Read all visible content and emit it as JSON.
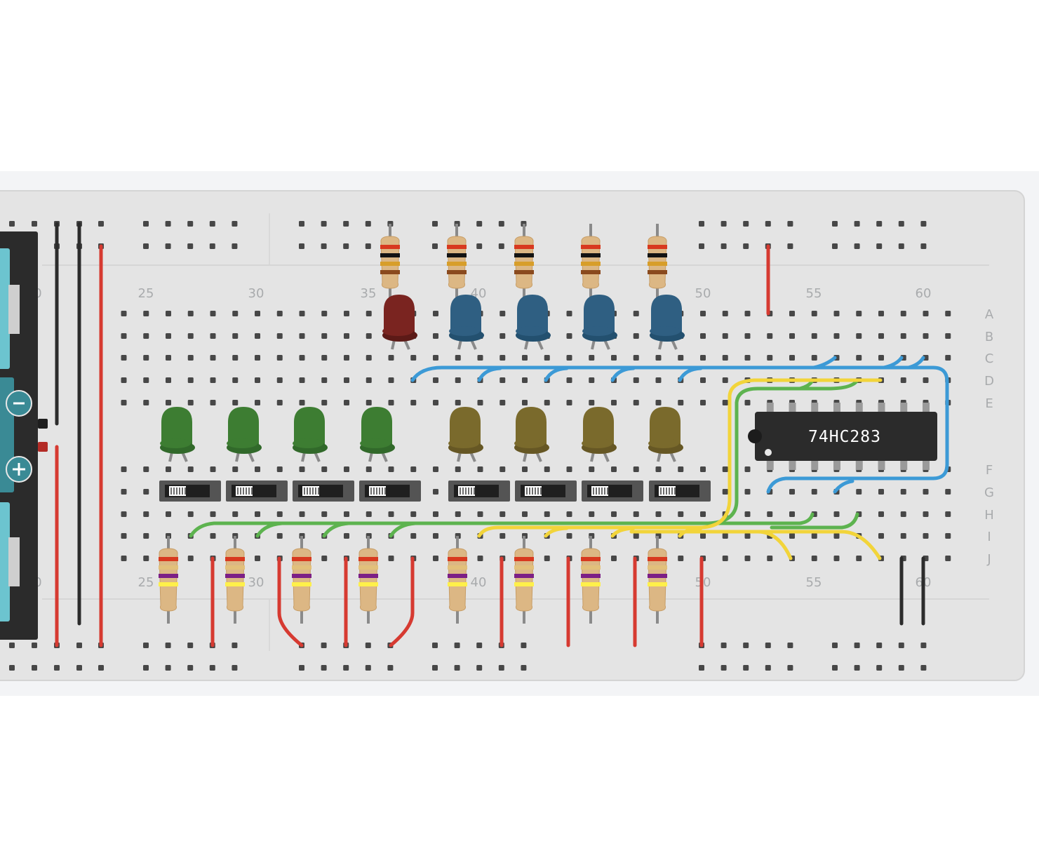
{
  "column_numbers": {
    "top": [
      "25",
      "30",
      "35",
      "40",
      "50",
      "55",
      "60"
    ],
    "bottom": [
      "25",
      "30",
      "40",
      "50",
      "55",
      "60"
    ],
    "partial_left": "0"
  },
  "row_labels": [
    "A",
    "B",
    "C",
    "D",
    "E",
    "F",
    "G",
    "H",
    "I",
    "J"
  ],
  "chip": {
    "label": "74HC283",
    "icon": "dip-ic-chip-icon"
  },
  "battery": {
    "minus_symbol": "−",
    "plus_symbol": "+"
  },
  "colors": {
    "board": "#e4e4e4",
    "wire_red": "#d63a31",
    "wire_black": "#2c2c2c",
    "wire_blue": "#3c9ad6",
    "wire_green": "#5db34f",
    "wire_yellow": "#f2d43a",
    "led_red": "#7a2420",
    "led_blue": "#2f5f82",
    "led_green": "#3d7d32",
    "led_olive": "#7a6a2c"
  },
  "components": {
    "top_resistors": 5,
    "top_leds": [
      "red",
      "blue",
      "blue",
      "blue",
      "blue"
    ],
    "input_leds": [
      "green",
      "green",
      "green",
      "green",
      "olive",
      "olive",
      "olive",
      "olive"
    ],
    "slide_switches": 8,
    "bottom_resistors": 8
  }
}
